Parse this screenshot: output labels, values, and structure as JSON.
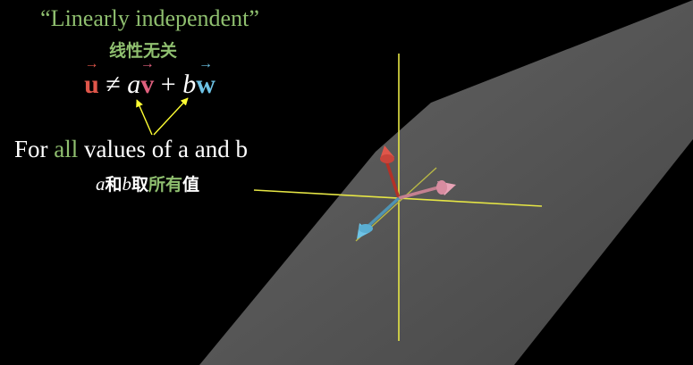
{
  "title": "“Linearly independent”",
  "title_cn": "线性无关",
  "equation": {
    "u": "u",
    "neq": "≠",
    "a": "a",
    "v": "v",
    "plus": "+",
    "b": "b",
    "w": "w"
  },
  "statement": {
    "before": "For ",
    "highlight": "all",
    "after": " values of a and b"
  },
  "statement_cn": {
    "a": "a",
    "he": "和",
    "b": "b",
    "qu": "取",
    "suoyou": "所有",
    "zhi": "值"
  },
  "colors": {
    "u": "#e0564a",
    "v": "#e0607e",
    "w": "#6ec3e6",
    "highlight": "#8fbf6f",
    "axes": "#e6e645",
    "arrows": "#ffff33",
    "plane": "#565656"
  }
}
